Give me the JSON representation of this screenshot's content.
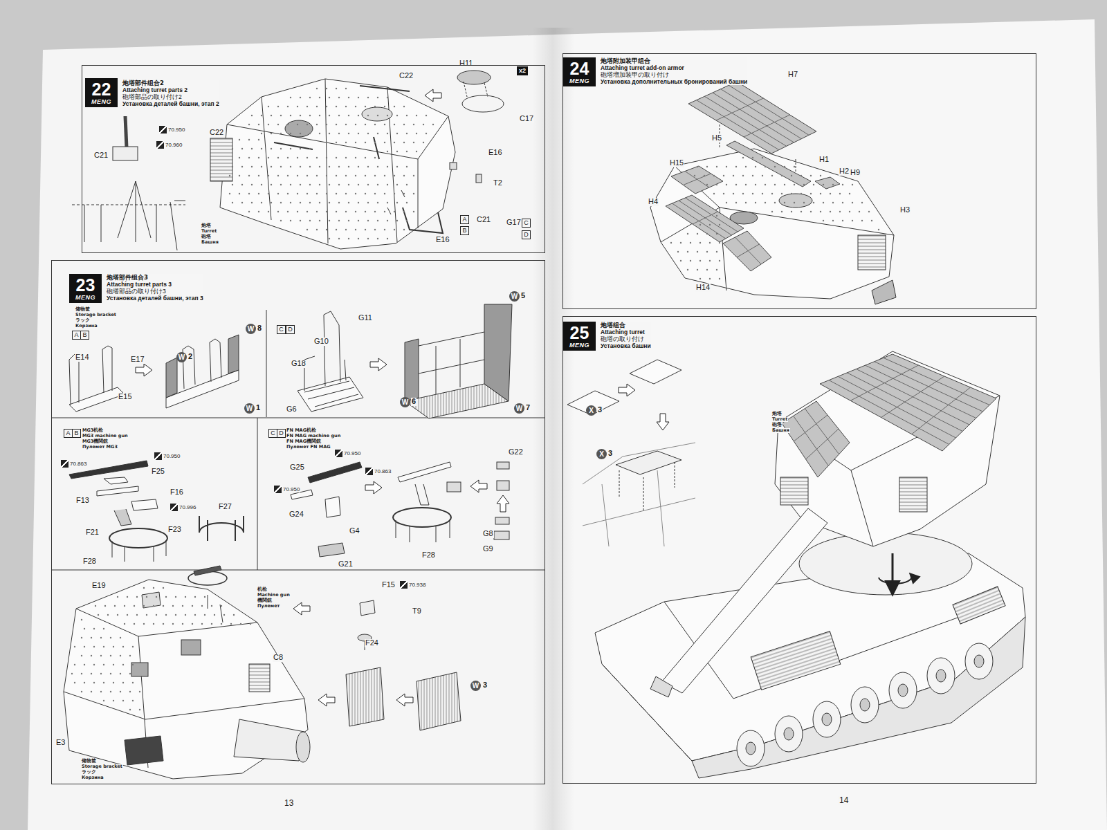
{
  "diagram": {
    "nodes": [
      {
        "text": [
          "炮塔部件组合2",
          "Attaching turret parts 2",
          "砲塔部品の取り付け2",
          "Установка деталей башни, этап 2"
        ]
      },
      {
        "text": [
          "22",
          "MENG"
        ],
        "in": 0
      },
      {
        "text": [
          "炮塔部件组合3",
          "Attaching turret parts 3",
          "砲塔部品の取り付け3",
          "Установка деталей башни, этап 3"
        ]
      },
      {
        "text": [
          "23",
          "MENG"
        ],
        "in": 2
      },
      {
        "text": [
          "炮塔附加装甲组合",
          "Attaching turret add-on armor",
          "砲塔増加装甲の取り付け",
          "Установка дополнительных бронирований башни"
        ]
      },
      {
        "text": [
          "24",
          "MENG"
        ],
        "in": 4
      },
      {
        "text": [
          "炮塔组合",
          "Attaching turret",
          "砲塔の取り付け",
          "Установка башни"
        ]
      },
      {
        "text": [
          "25",
          "MENG"
        ],
        "in": 6
      }
    ],
    "labels": [
      "C22",
      "H11",
      "x2",
      "C17",
      "70.950",
      "70.960",
      "C21",
      "C22",
      "E16",
      "T2",
      "A",
      "C21",
      "G17",
      "C",
      "B",
      "D",
      "E16",
      "炮塔",
      "Turret",
      "砲塔",
      "Башня",
      "储物筐",
      "Storage bracket",
      "ラック",
      "Корзина",
      "A",
      "B",
      "E14",
      "E17",
      "E15",
      "W",
      "2",
      "W",
      "8",
      "W",
      "1",
      "C",
      "D",
      "G11",
      "G10",
      "G18",
      "G6",
      "W",
      "5",
      "W",
      "6",
      "W",
      "7",
      "A",
      "B",
      "MG3机枪",
      "MG3 machine gun",
      "MG3機関銃",
      "Пулемет MG3",
      "70.863",
      "70.950",
      "F25",
      "F16",
      "F13",
      "70.996",
      "F23",
      "F21",
      "F28",
      "F27",
      "C",
      "D",
      "FN MAG机枪",
      "FN MAG machine gun",
      "FN MAG機関銃",
      "Пулемет FN MAG",
      "70.950",
      "G25",
      "70.863",
      "70.950",
      "G24",
      "G4",
      "G21",
      "G22",
      "G8",
      "G9",
      "F28",
      "E19",
      "机枪",
      "Machine gun",
      "機関銃",
      "Пулемет",
      "C8",
      "F15",
      "70.938",
      "T9",
      "F24",
      "W",
      "3",
      "E3",
      "储物筐",
      "Storage bracket",
      "ラック",
      "Корзина",
      "13",
      "H7",
      "H5",
      "H15",
      "H1",
      "H2",
      "H9",
      "H4",
      "H3",
      "H14",
      "X",
      "3",
      "X",
      "3",
      "炮塔",
      "Turret",
      "砲塔",
      "Башня",
      "14"
    ]
  }
}
